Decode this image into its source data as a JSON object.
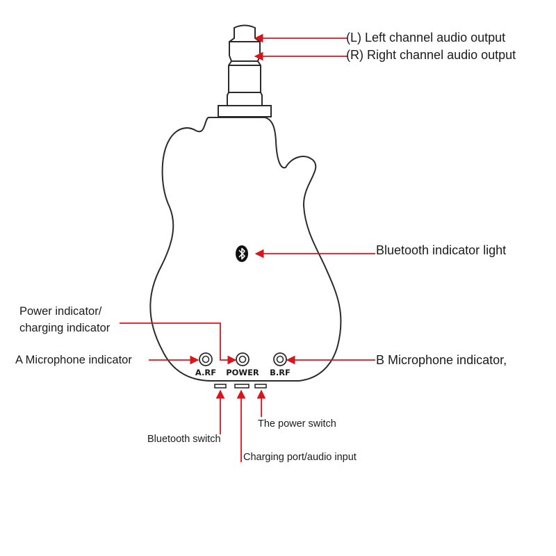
{
  "labels": {
    "left_channel": "(L) Left channel audio output",
    "right_channel": "(R) Right channel audio output",
    "bluetooth_light": "Bluetooth indicator light",
    "power_indicator_line1": "Power indicator/",
    "power_indicator_line2": "charging indicator",
    "a_mic_indicator": "A Microphone indicator",
    "b_mic_indicator": "B Microphone indicator,",
    "power_switch": "The power switch",
    "bluetooth_switch": "Bluetooth switch",
    "charging_port": "Charging port/audio input"
  },
  "panel": {
    "arf": "A.RF",
    "power": "POWER",
    "brf": "B.RF"
  },
  "colors": {
    "outline": "#2a2a2a",
    "arrow": "#d9141b",
    "text": "#1a1a1a"
  },
  "icons": {
    "bluetooth": "bluetooth-icon"
  }
}
